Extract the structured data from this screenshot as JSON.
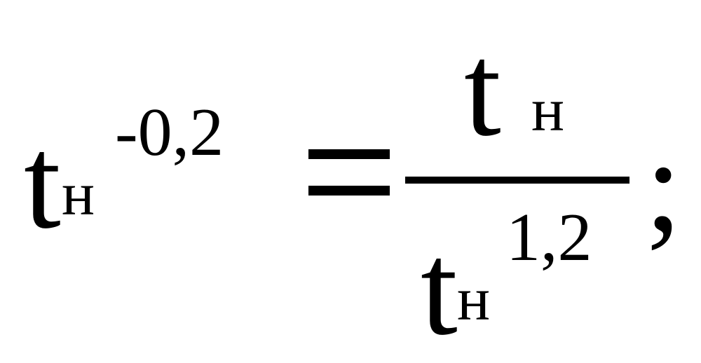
{
  "formula": {
    "lhs": {
      "base": "t",
      "subscript": "н",
      "exponent": "-0,2"
    },
    "operator": "=",
    "rhs": {
      "numerator": {
        "base": "t",
        "subscript": "н"
      },
      "denominator": {
        "base": "t",
        "subscript": "н",
        "exponent": "1,2"
      }
    },
    "terminator": ";"
  }
}
